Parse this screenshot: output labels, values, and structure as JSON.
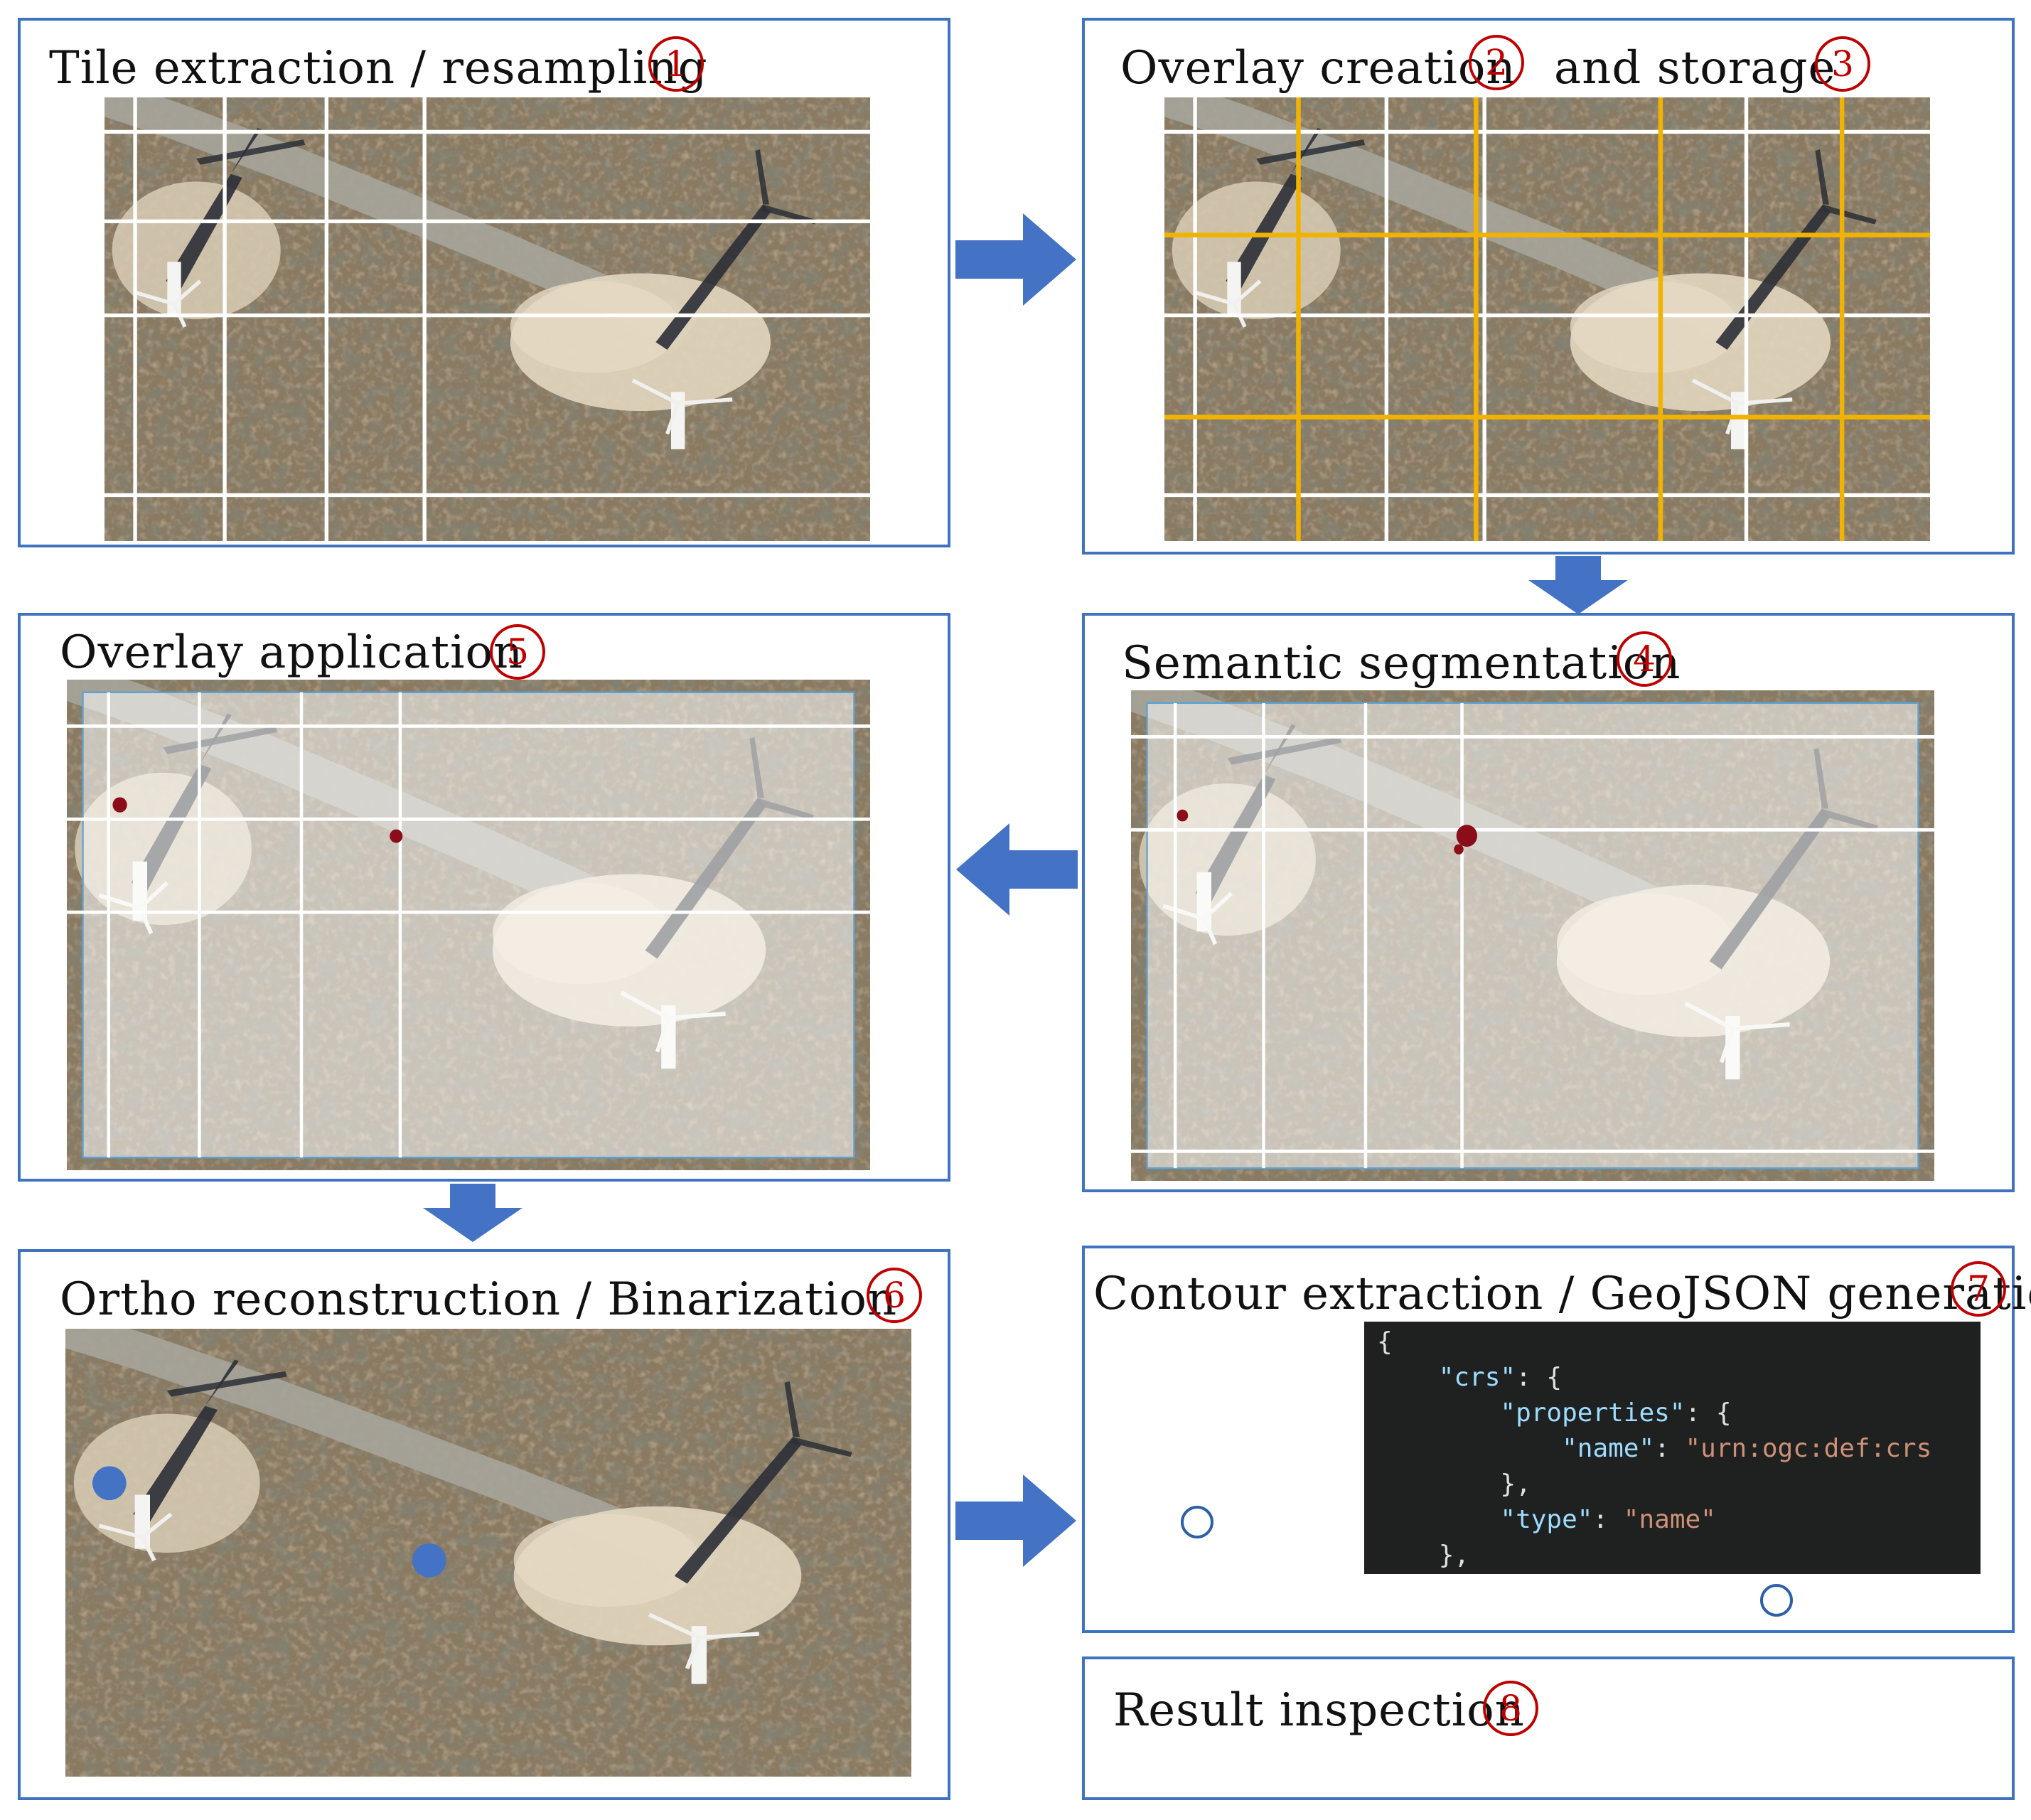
{
  "panels": [
    {
      "id": "p1",
      "title": "Tile extraction  / resampling",
      "num": "1"
    },
    {
      "id": "p2",
      "title_a": "Overlay  creation",
      "num_a": "2",
      "title_b": "and  storage",
      "num_b": "3"
    },
    {
      "id": "p5",
      "title": "Overlay  application",
      "num": "5"
    },
    {
      "id": "p4",
      "title": "Semantic  segmentation",
      "num": "4"
    },
    {
      "id": "p6",
      "title": "Ortho  reconstruction  / Binarization",
      "num": "6"
    },
    {
      "id": "p7",
      "title": "Contour  extraction  / GeoJSON  generation",
      "num": "7"
    },
    {
      "id": "p8",
      "title": "Result  inspection",
      "num": "8"
    }
  ],
  "geojson_lines": [
    {
      "indent": "{",
      "key": "",
      "rest": ""
    },
    {
      "indent": "    ",
      "key": "\"crs\"",
      "rest": ": {"
    },
    {
      "indent": "        ",
      "key": "\"properties\"",
      "rest": ": {"
    },
    {
      "indent": "            ",
      "key": "\"name\"",
      "rest": ": ",
      "val": "\"urn:ogc:def:crs"
    },
    {
      "indent": "        ",
      "key": "",
      "rest": "},"
    },
    {
      "indent": "        ",
      "key": "\"type\"",
      "rest": ": ",
      "val": "\"name\""
    },
    {
      "indent": "    ",
      "key": "",
      "rest": "},"
    }
  ],
  "colors": {
    "panel_border": "#3f73c2",
    "arrow": "#4472c4",
    "number_circle": "#c00000",
    "tile_grid": "#ffffff",
    "overlay_grid": "#f2b300",
    "segment_mask": "#8b0d1a",
    "code_bg": "#1f2020",
    "code_key": "#9cdcfe",
    "code_string": "#ce9178"
  }
}
